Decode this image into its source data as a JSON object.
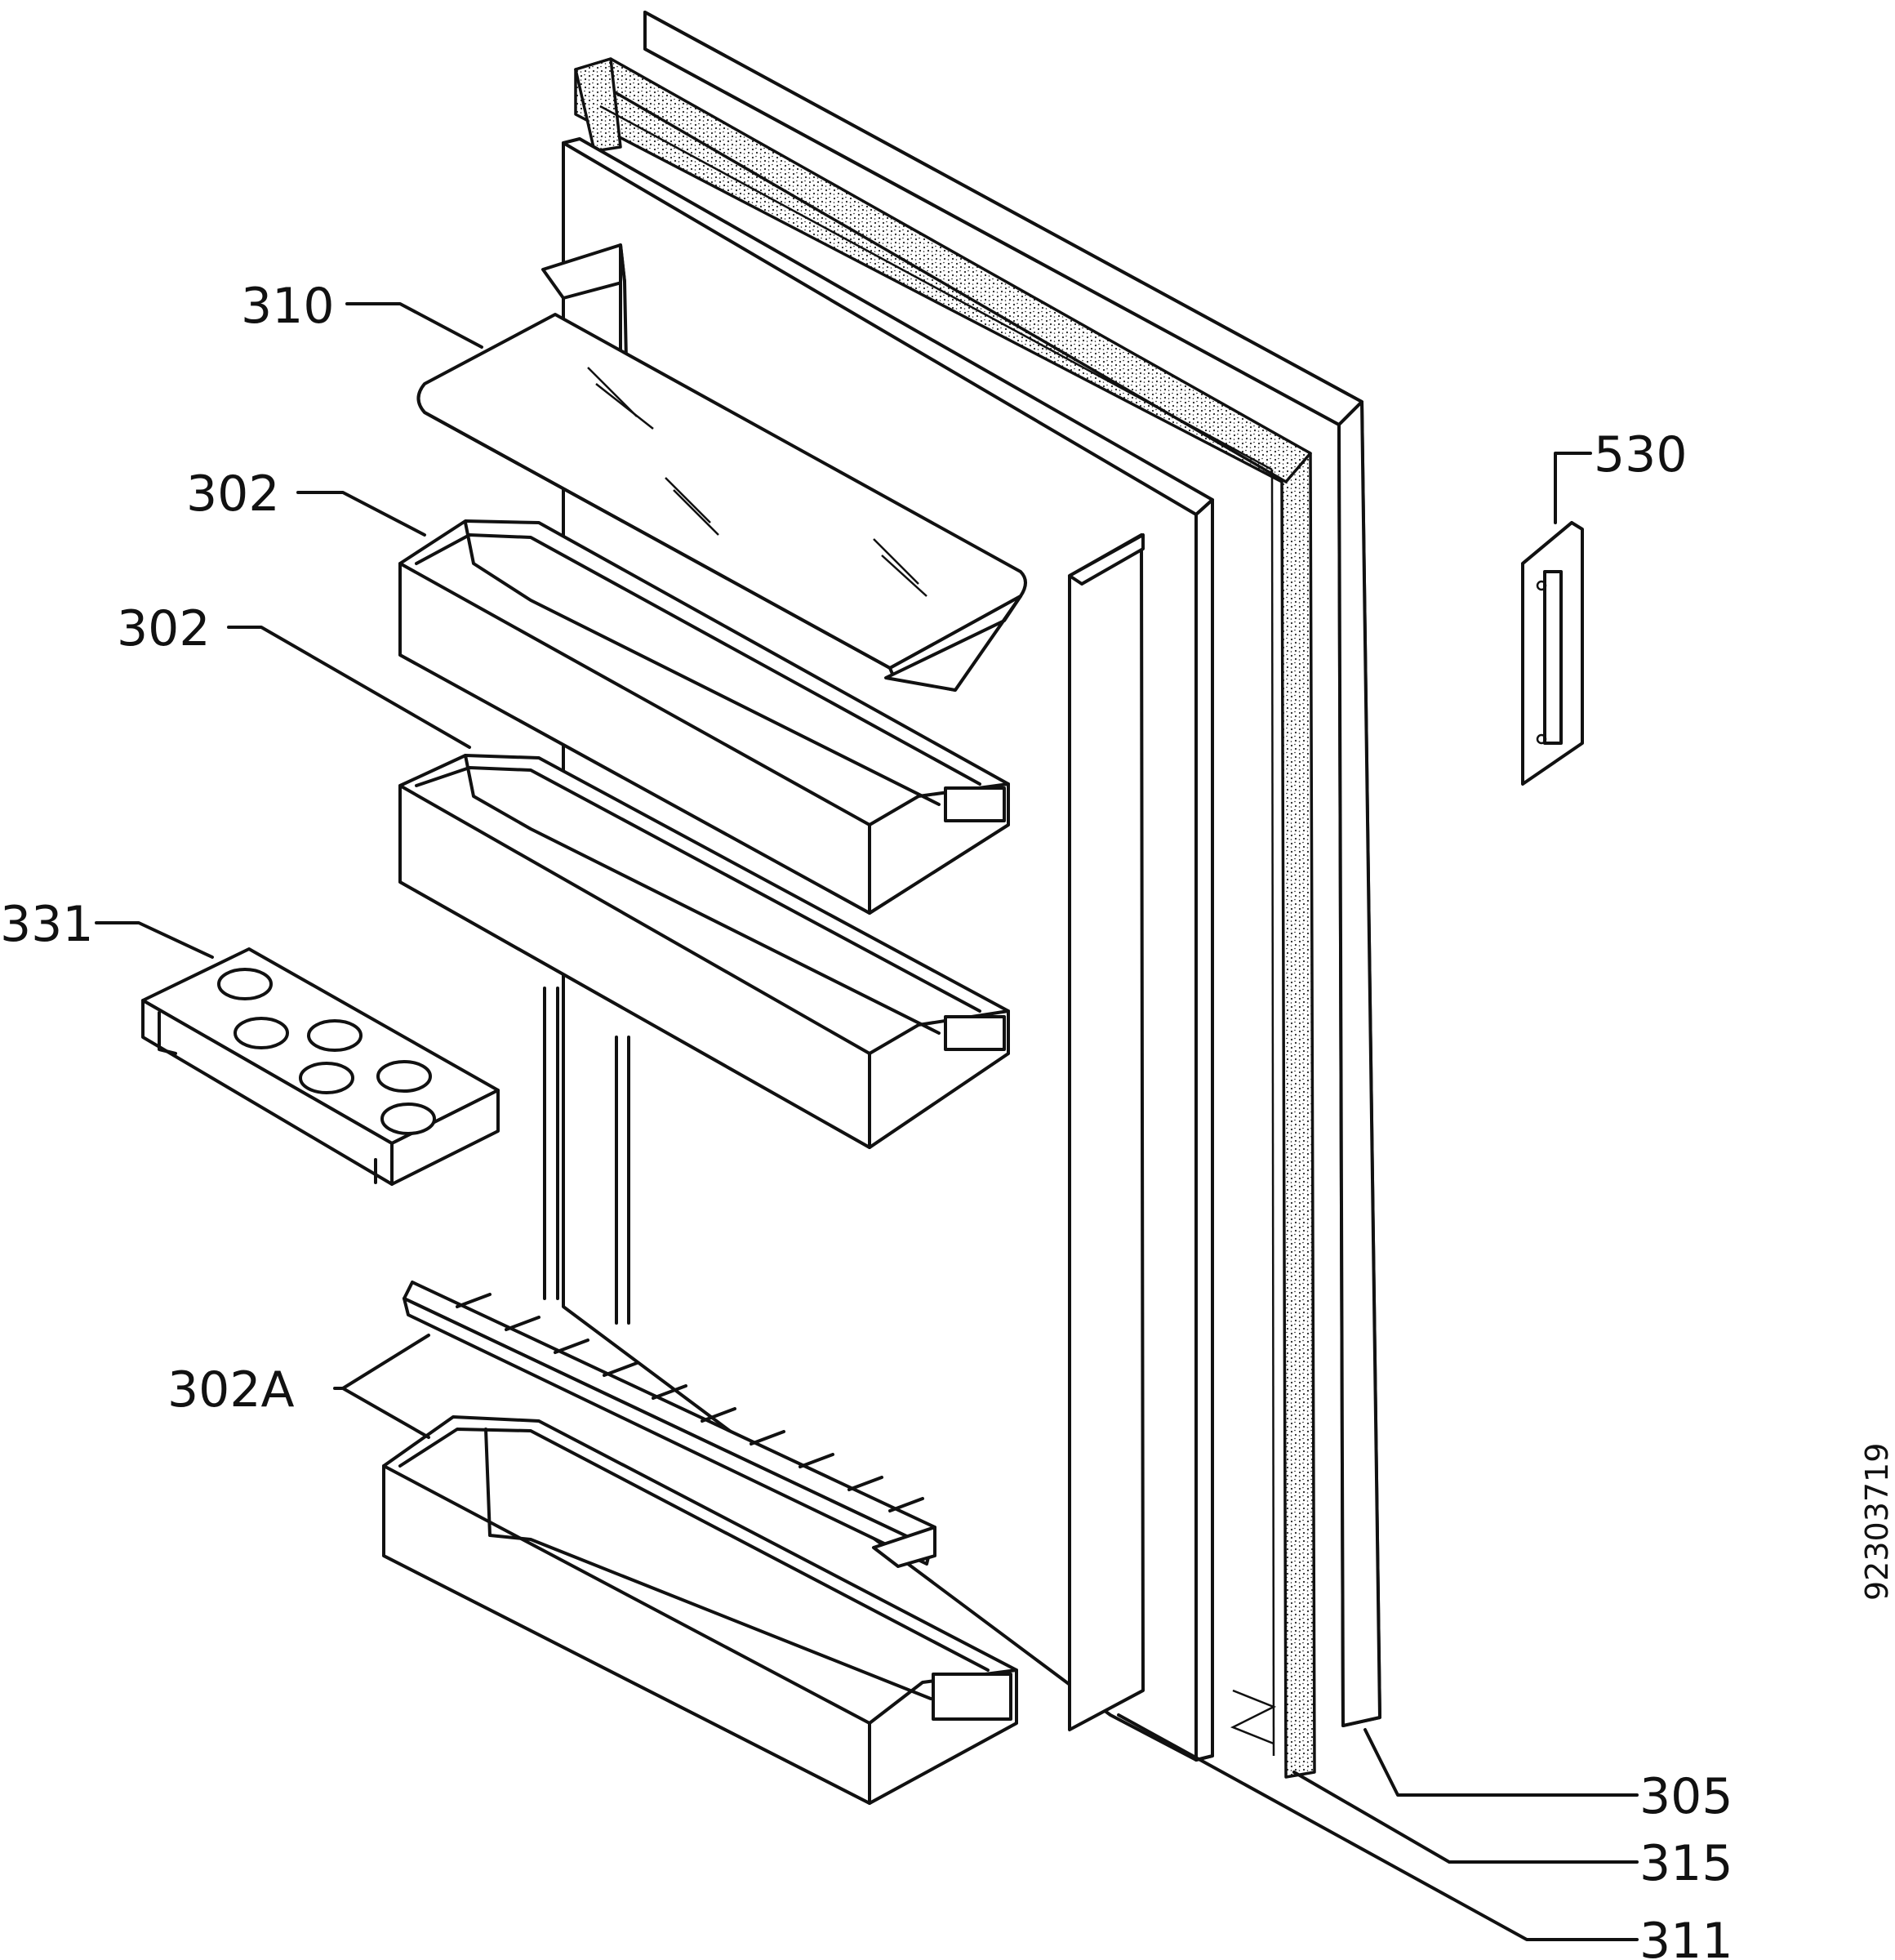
{
  "drawing_code": "92303719",
  "parts": [
    {
      "id": "p310",
      "label": "310",
      "icon": "door-shelf-cover-icon"
    },
    {
      "id": "p302a",
      "label": "302",
      "icon": "door-bin-icon"
    },
    {
      "id": "p302b",
      "label": "302",
      "icon": "door-bin-icon"
    },
    {
      "id": "p331",
      "label": "331",
      "icon": "egg-tray-icon"
    },
    {
      "id": "p302A",
      "label": "302A",
      "icon": "bottle-bin-icon"
    },
    {
      "id": "p530",
      "label": "530",
      "icon": "door-handle-icon"
    },
    {
      "id": "p305",
      "label": "305",
      "icon": "door-outer-panel-icon"
    },
    {
      "id": "p315",
      "label": "315",
      "icon": "door-gasket-icon"
    },
    {
      "id": "p311",
      "label": "311",
      "icon": "door-inner-liner-icon"
    }
  ]
}
